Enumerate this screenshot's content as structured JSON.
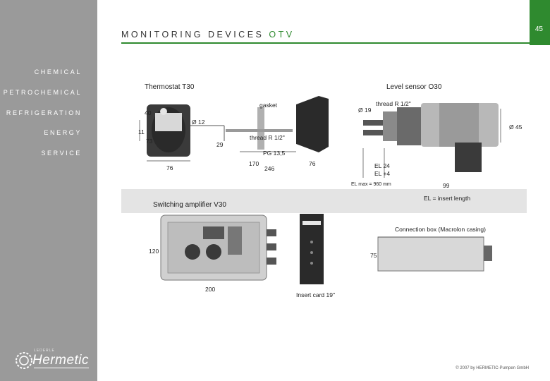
{
  "page_number": "45",
  "title": {
    "main": "MONITORING DEVICES",
    "accent": "OTV"
  },
  "sidebar": {
    "items": [
      "CHEMICAL",
      "PETROCHEMICAL",
      "REFRIGERATION",
      "ENERGY",
      "SERVICE"
    ]
  },
  "logo": {
    "tagline": "LEDERLE",
    "name": "Hermetic"
  },
  "labels": {
    "thermostat": "Thermostat T30",
    "level_sensor": "Level sensor O30",
    "gasket": "gasket",
    "thread_r12_a": "thread R 1/2\"",
    "thread_r12_b": "thread R 1/2\"",
    "pg": "PG 13,5",
    "d19": "Ø 19",
    "d12": "Ø 12",
    "d45": "Ø 45",
    "dim_40": "40",
    "dim_11": "11",
    "dim_73": "73",
    "dim_29": "29",
    "dim_76a": "76",
    "dim_170": "170",
    "dim_246": "246",
    "dim_76b": "76",
    "el24": "EL 24",
    "el4": "EL +4",
    "elmax": "EL max = 960 mm",
    "dim_99": "99",
    "el_insert": "EL = insert length",
    "switching_amp": "Switching amplifier V30",
    "connection_box": "Connection box (Macrolon casing)",
    "dim_120": "120",
    "dim_75": "75",
    "dim_200": "200",
    "insert_card": "Insert card 19\""
  },
  "copyright": "© 2007 by HERMETIC-Pumpen GmbH",
  "colors": {
    "accent": "#2f8a2f",
    "sidebar": "#9a9a9a",
    "band": "#e4e4e4"
  }
}
